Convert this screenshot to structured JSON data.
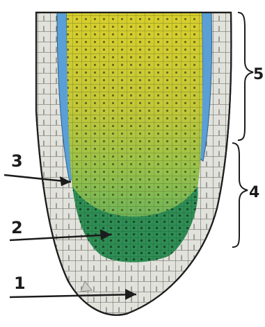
{
  "labels": {
    "l1": "1",
    "l2": "2",
    "l3": "3",
    "l4": "4",
    "l5": "5"
  },
  "colors": {
    "root_cap": "#e2e2dc",
    "cell_outline": "#4a4a42",
    "epidermis": "#5a9fd6",
    "meristem": "#2f8f55",
    "elongation_zone": "#a8c63f",
    "differentiation_zone": "#d7cf2a",
    "ink": "#1c1c1c"
  }
}
